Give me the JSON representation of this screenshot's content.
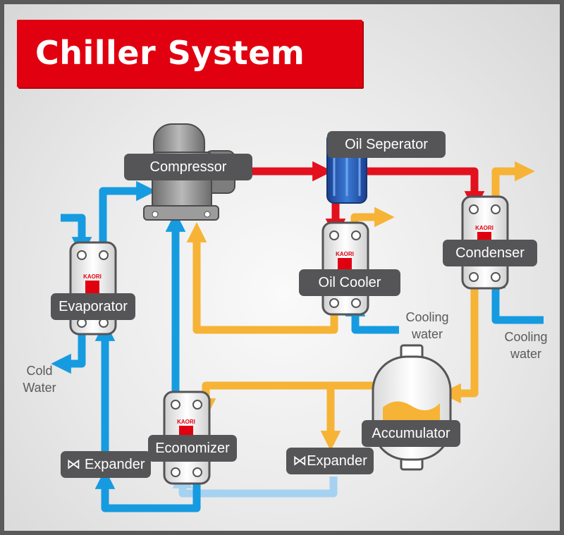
{
  "title": "Chiller System",
  "components": {
    "compressor": "Compressor",
    "oil_separator": "Oil Seperator",
    "oil_cooler": "Oil Cooler",
    "condenser": "Condenser",
    "evaporator": "Evaporator",
    "economizer": "Economizer",
    "accumulator": "Accumulator",
    "expander_left": "⋈ Expander",
    "expander_right": "⋈Expander"
  },
  "side_labels": {
    "cold_water": [
      "Cold",
      "Water"
    ],
    "cooling_water_oil": [
      "Cooling",
      "water"
    ],
    "cooling_water_condenser": [
      "Cooling",
      "water"
    ]
  },
  "brand": "KAORI",
  "colors": {
    "refrigerant_hot": "#e3101d",
    "refrigerant_warm": "#f6b335",
    "refrigerant_cold": "#169be0",
    "refrigerant_low": "#a6d2f1",
    "title_banner": "#e1000f",
    "label_bg": "#555557"
  }
}
